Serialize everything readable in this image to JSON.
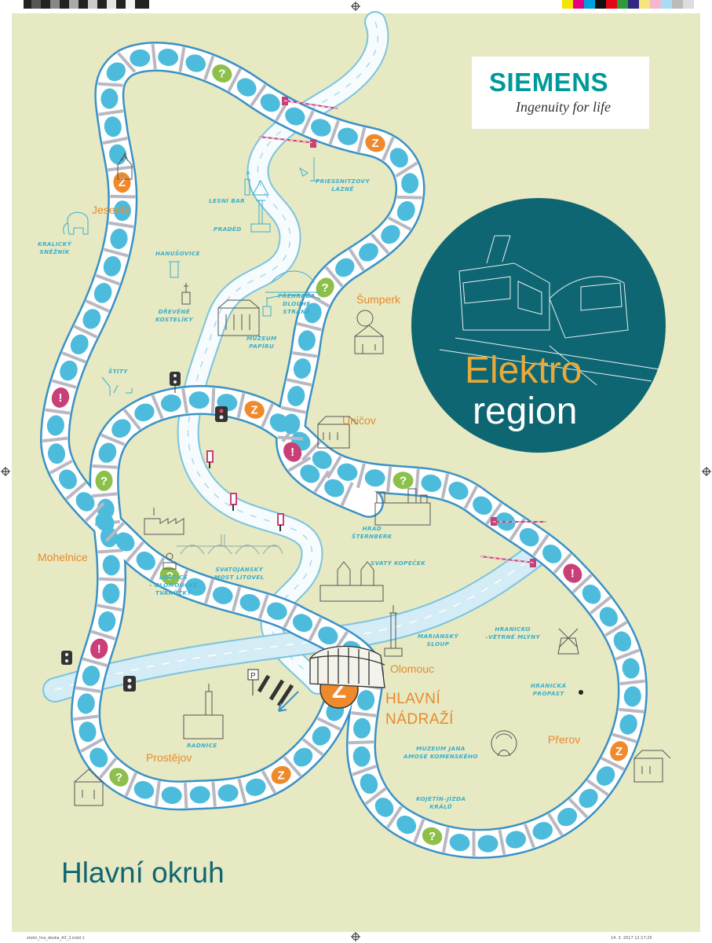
{
  "brand": {
    "name": "SIEMENS",
    "tagline": "Ingenuity for life"
  },
  "badge": {
    "line1": "Elektro",
    "line2": "region"
  },
  "board_title": "Hlavní okruh",
  "cities": {
    "jesenik": "Jeseník",
    "sumperk": "Šumperk",
    "unicov": "Uničov",
    "mohelnice": "Mohelnice",
    "olomouc": "Olomouc",
    "hlavni1": "HLAVNÍ",
    "hlavni2": "NÁDRAŽÍ",
    "prerov": "Přerov",
    "prostejov": "Prostějov"
  },
  "sights": {
    "kralicky": "KRALICKÝ\nSNĚŽNÍK",
    "lesni_bar": "LESNÍ BAR",
    "praded": "PRADĚD",
    "priessnitz": "PRIESSNITZOVY\nLÁZNĚ",
    "hanusovice": "HANUŠOVICE",
    "drevene": "DŘEVĚNÉ\nKOSTELÍKY",
    "prehrada": "PŘEHRADA\nDLOUHÉ\nSTRÁNĚ",
    "muzeum_papiru": "MUZEUM\nPAPÍRU",
    "stity": "ŠTÍTY",
    "hrad": "HRAD\nŠTERNBERK",
    "svaty_kopecek": "SVATÝ KOPEČEK",
    "most": "SVATOJÁNSKÝ\nMOST LITOVEL",
    "lostice": "LOŠTICE\n– OLOMOUCKÉ\nTVARŮŽKY",
    "sloup": "MARIÁNSKÝ\nSLOUP",
    "hranicko": "HRANICKO\n–VĚTRNÉ MLÝNY",
    "propast": "HRANICKÁ\nPROPAST",
    "muzeum_jana": "MUZEUM JANA\nAMOSE KOMENSKÉHO",
    "radnice": "RADNICE",
    "kojetin": "KOJETÍN–JÍZDA\nKRÁLŮ"
  },
  "space_symbols": {
    "question": "?",
    "danger": "!",
    "stop": "Z",
    "parking": "P"
  },
  "slug": {
    "file": "stolni_hra_deska_A3_2.indd 1",
    "date": "14. 3. 2017 12:17:25"
  },
  "colors": {
    "board_bg": "#e6e9c2",
    "river": "#dff0f8",
    "track_outline": "#3a92c6",
    "space": "#4dbcdc",
    "question": "#8dc04a",
    "stop": "#ef8a2c",
    "danger": "#c93f78",
    "badge_bg": "#0f6673",
    "badge_text": "#e8a93a",
    "siemens": "#009999"
  },
  "icons": [
    "siemens-logo",
    "tram-sketch-icon",
    "railway-crossing-icon",
    "traffic-signal-icon",
    "windmill-icon",
    "castle-icon",
    "church-icon",
    "elephant-icon",
    "house-icon",
    "station-icon",
    "portrait-icon",
    "registration-mark-icon"
  ]
}
